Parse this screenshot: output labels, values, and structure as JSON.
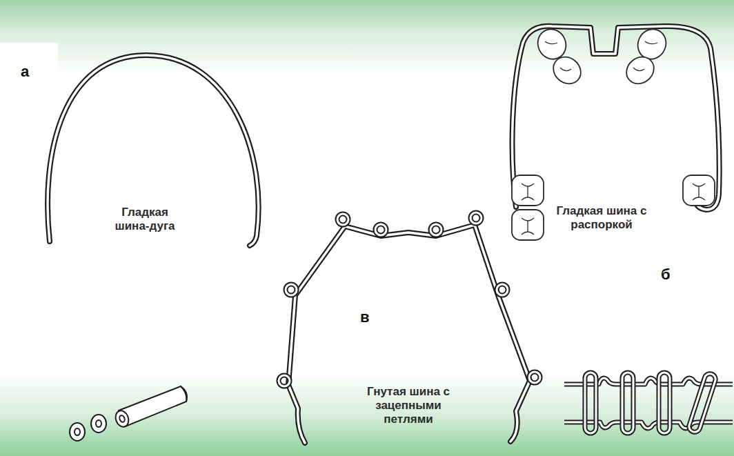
{
  "diagram": {
    "labels": [
      "а",
      "Гладкая шина-дуга",
      "Гладкая шина с распоркой",
      "б",
      "в",
      "Гнутая шина с зацепными петлями"
    ]
  }
}
